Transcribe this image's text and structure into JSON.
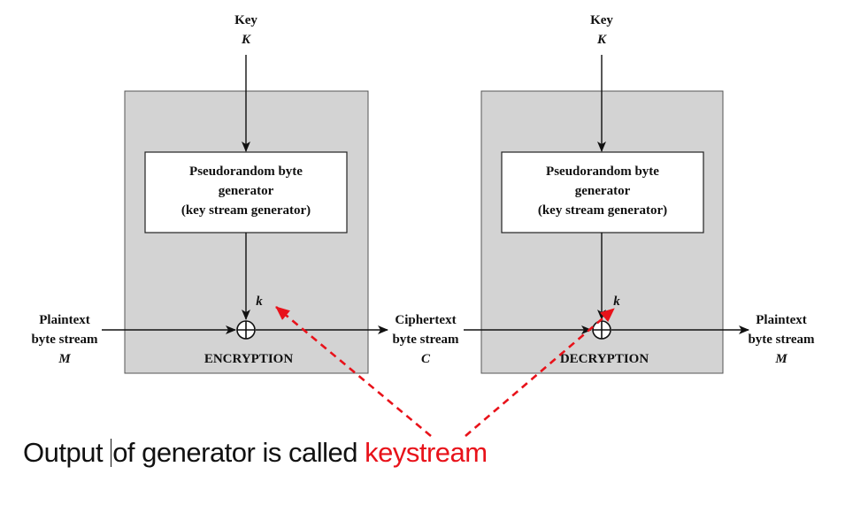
{
  "encryption": {
    "key_label": "Key",
    "key_symbol": "K",
    "generator_line1": "Pseudorandom byte",
    "generator_line2": "generator",
    "generator_line3": "(key stream generator)",
    "k_symbol": "k",
    "panel_label": "ENCRYPTION",
    "input_line1": "Plaintext",
    "input_line2": "byte stream",
    "input_symbol": "M"
  },
  "ciphertext": {
    "line1": "Ciphertext",
    "line2": "byte stream",
    "symbol": "C"
  },
  "decryption": {
    "key_label": "Key",
    "key_symbol": "K",
    "generator_line1": "Pseudorandom byte",
    "generator_line2": "generator",
    "generator_line3": "(key stream generator)",
    "k_symbol": "k",
    "panel_label": "DECRYPTION",
    "output_line1": "Plaintext",
    "output_line2": "byte stream",
    "output_symbol": "M"
  },
  "caption": {
    "part1": "Output ",
    "part2": "of generator is  called ",
    "highlight": "keystream"
  },
  "colors": {
    "panel_fill": "#d3d3d3",
    "annotation": "#e8121a"
  }
}
